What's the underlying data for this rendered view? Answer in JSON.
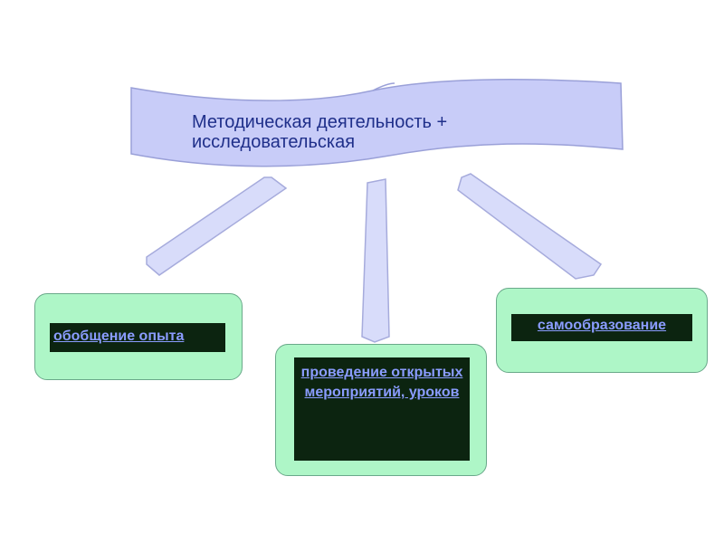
{
  "diagram": {
    "root": {
      "label": "Методическая деятельность + исследовательская"
    },
    "children": [
      {
        "id": "node1",
        "label": "обобщение опыта"
      },
      {
        "id": "node2",
        "label": "проведение открытых мероприятий, уроков"
      },
      {
        "id": "node3",
        "label": "самообразование"
      }
    ]
  },
  "colors": {
    "banner_fill": "#c8ccf8",
    "arrow_fill": "#d8dcfa",
    "node_fill": "#aef6c7",
    "node_inner": "#0c2410",
    "link_text": "#8a9cff",
    "title_text": "#1f2f8a"
  }
}
